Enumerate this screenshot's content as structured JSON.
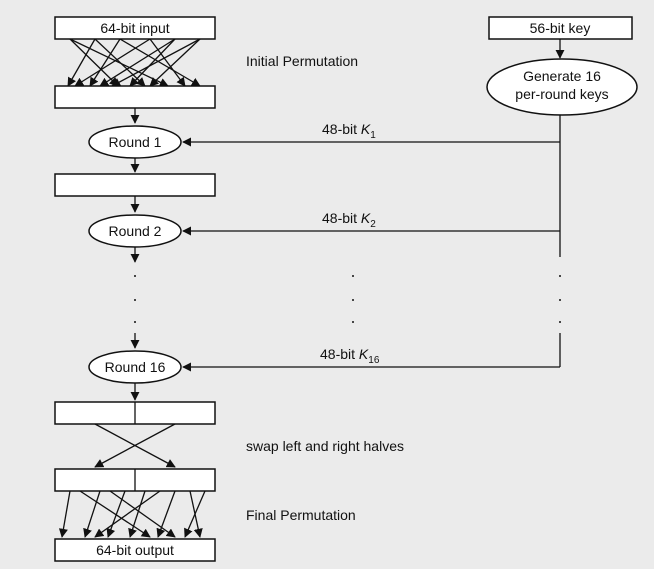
{
  "diagram": {
    "input_box": "64-bit input",
    "key_box": "56-bit key",
    "keygen": {
      "line1": "Generate 16",
      "line2": "per-round keys"
    },
    "initial_permutation": "Initial Permutation",
    "rounds": [
      {
        "label": "Round 1",
        "key_prefix": "48-bit ",
        "key_var": "K",
        "key_sub": "1"
      },
      {
        "label": "Round 2",
        "key_prefix": "48-bit ",
        "key_var": "K",
        "key_sub": "2"
      },
      {
        "label": "Round 16",
        "key_prefix": "48-bit ",
        "key_var": "K",
        "key_sub": "16"
      }
    ],
    "swap": "swap left and right halves",
    "final_permutation": "Final Permutation",
    "output_box": "64-bit output"
  },
  "colors": {
    "background": "#ebebeb",
    "stroke": "#111111",
    "fill": "#ffffff"
  }
}
